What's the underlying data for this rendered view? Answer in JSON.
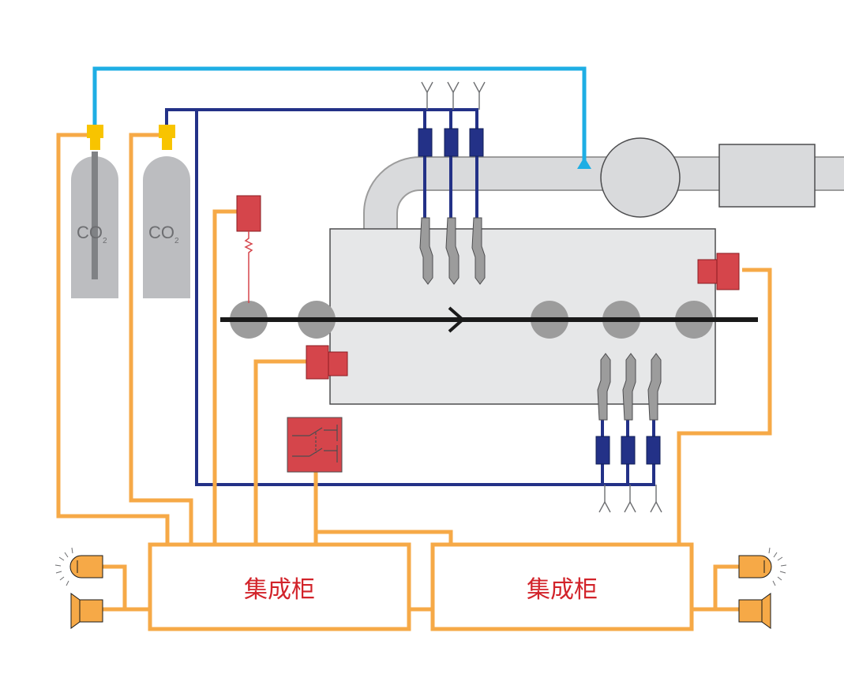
{
  "colors": {
    "orange_wire": "#f6a947",
    "navy_pipe": "#233187",
    "cyan_pipe": "#1eaee4",
    "red_device": "#d5454b",
    "gray_component": "#9c9c9c",
    "light_gray": "#d9dadc",
    "cylinder_gray": "#bcbdc0",
    "yellow_valve": "#f8c400",
    "cabinet_label": "#d2232a"
  },
  "cylinders": [
    {
      "formula": "CO",
      "subscript": "2"
    },
    {
      "formula": "CO",
      "subscript": "2"
    }
  ],
  "cabinets": [
    {
      "label": "集成柜"
    },
    {
      "label": "集成柜"
    }
  ],
  "icons": [
    "alarm-beacon-icon",
    "horn-speaker-icon",
    "nozzle-icon",
    "solenoid-valve-icon",
    "smoke-detector-icon",
    "heat-detector-icon",
    "pressure-switch-icon"
  ]
}
